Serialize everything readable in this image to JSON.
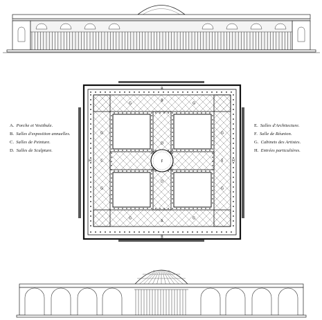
{
  "legend_left": [
    {
      "key": "A.",
      "text": "Porche et Vestibule."
    },
    {
      "key": "B.",
      "text": "Salles d'exposition annuelles."
    },
    {
      "key": "C.",
      "text": "Salles de Peinture."
    },
    {
      "key": "D.",
      "text": "Salles de Sculpture."
    }
  ],
  "legend_right": [
    {
      "key": "E.",
      "text": "Salles d'Architecture."
    },
    {
      "key": "F.",
      "text": "Salle de Réunion."
    },
    {
      "key": "G.",
      "text": "Cabinets des Artistes."
    },
    {
      "key": "H.",
      "text": "Entrées particulières."
    }
  ],
  "plan_labels": {
    "A": "A",
    "B": "B",
    "C": "C",
    "D": "D",
    "E": "E",
    "F": "F",
    "G": "G",
    "H": "H"
  }
}
